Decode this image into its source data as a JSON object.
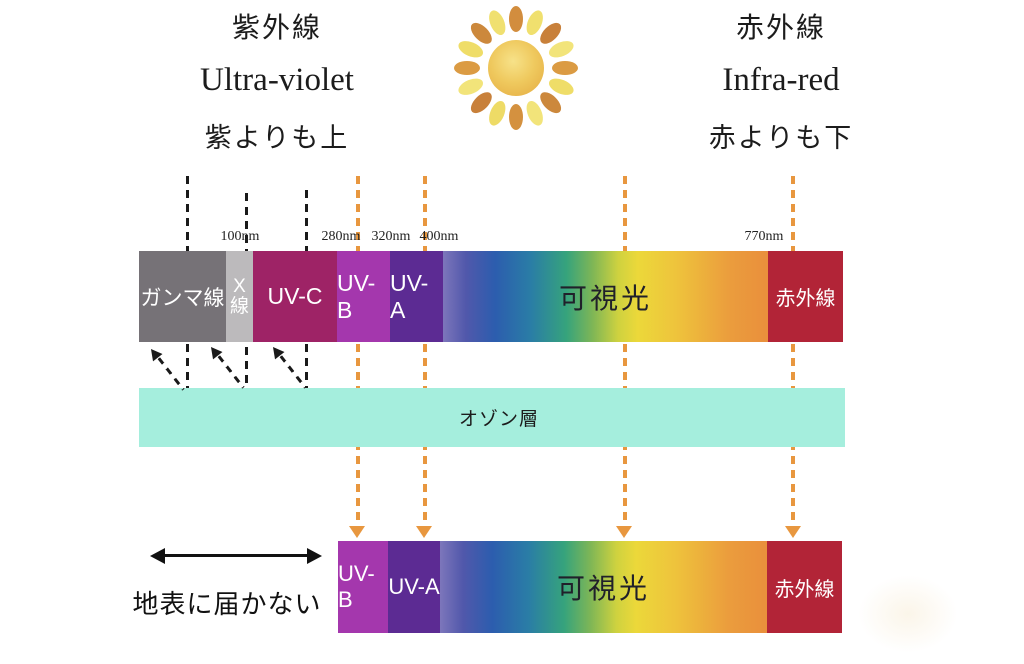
{
  "header_left": {
    "ja_title": "紫外線",
    "en_title": "Ultra-violet",
    "ja_sub": "紫よりも上"
  },
  "header_right": {
    "ja_title": "赤外線",
    "en_title": "Infra-red",
    "ja_sub": "赤よりも下"
  },
  "wavelengths": {
    "w100": "100nm",
    "w280": "280nm",
    "w320": "320nm",
    "w400": "400nm",
    "w770": "770nm"
  },
  "upper_spectrum": {
    "gamma": "ガンマ線",
    "xray": "X線",
    "uvc": "UV-C",
    "uvb": "UV-B",
    "uva": "UV-A",
    "visible": "可視光",
    "infrared": "赤外線"
  },
  "ozone": {
    "label": "オゾン層",
    "color": "#a5eedd"
  },
  "lower_spectrum": {
    "uvb": "UV-B",
    "uva": "UV-A",
    "visible": "可視光",
    "infrared": "赤外線"
  },
  "ground": {
    "not_reach": "地表に届かない"
  },
  "colors": {
    "gamma": "#767277",
    "xray": "#bcbabc",
    "uv_c": "#9e2366",
    "uv_b": "#a437ad",
    "uv_a": "#5c2b93",
    "infrared": "#b22437",
    "ozone": "#a5eedd",
    "ray_orange": "#e8973f",
    "ray_black": "#1a1a1a"
  }
}
